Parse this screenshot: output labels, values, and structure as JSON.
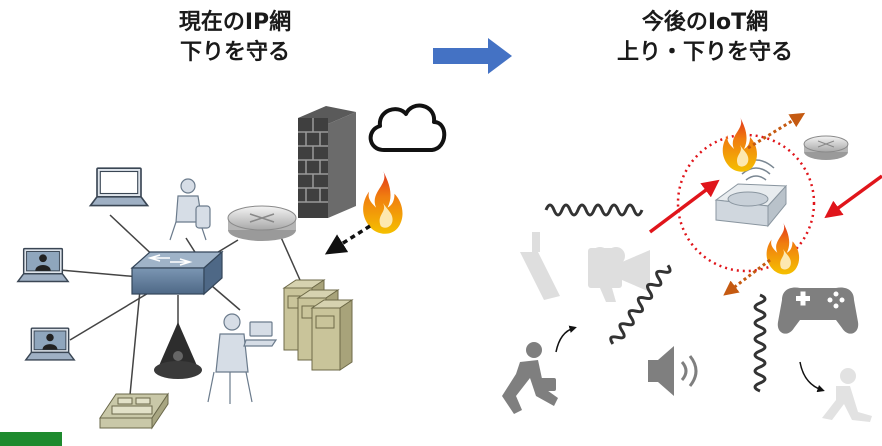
{
  "left_title": {
    "line1": "現在のIP網",
    "line2": "下りを守る"
  },
  "right_title": {
    "line1": "今後のIoT網",
    "line2": "上り・下りを守る"
  },
  "icons": {
    "transition": "right-arrow-icon",
    "cloud": "cloud-icon",
    "firewall": "firewall-icon",
    "router": "router-icon",
    "switch": "switch-icon",
    "servers": "server-icon",
    "laptops": "laptop-icon",
    "conference_phone": "conference-phone-icon",
    "desk_phone": "phone-icon",
    "users": "user-icon",
    "flames": "flame-icon",
    "iot_hub": "iot-hub-icon",
    "camera": "video-camera-icon",
    "mobile": "mobile-phone-icon",
    "speaker": "speaker-icon",
    "gamepad": "gamepad-icon",
    "runner": "runner-icon"
  },
  "colors": {
    "transition_arrow": "#4472c4",
    "threat_arrow": "#e0151b",
    "outbound_arrow": "#c55a11",
    "perimeter": "#e0151b",
    "flame": "#f07d10",
    "corner_tab": "#1e8a2e"
  }
}
